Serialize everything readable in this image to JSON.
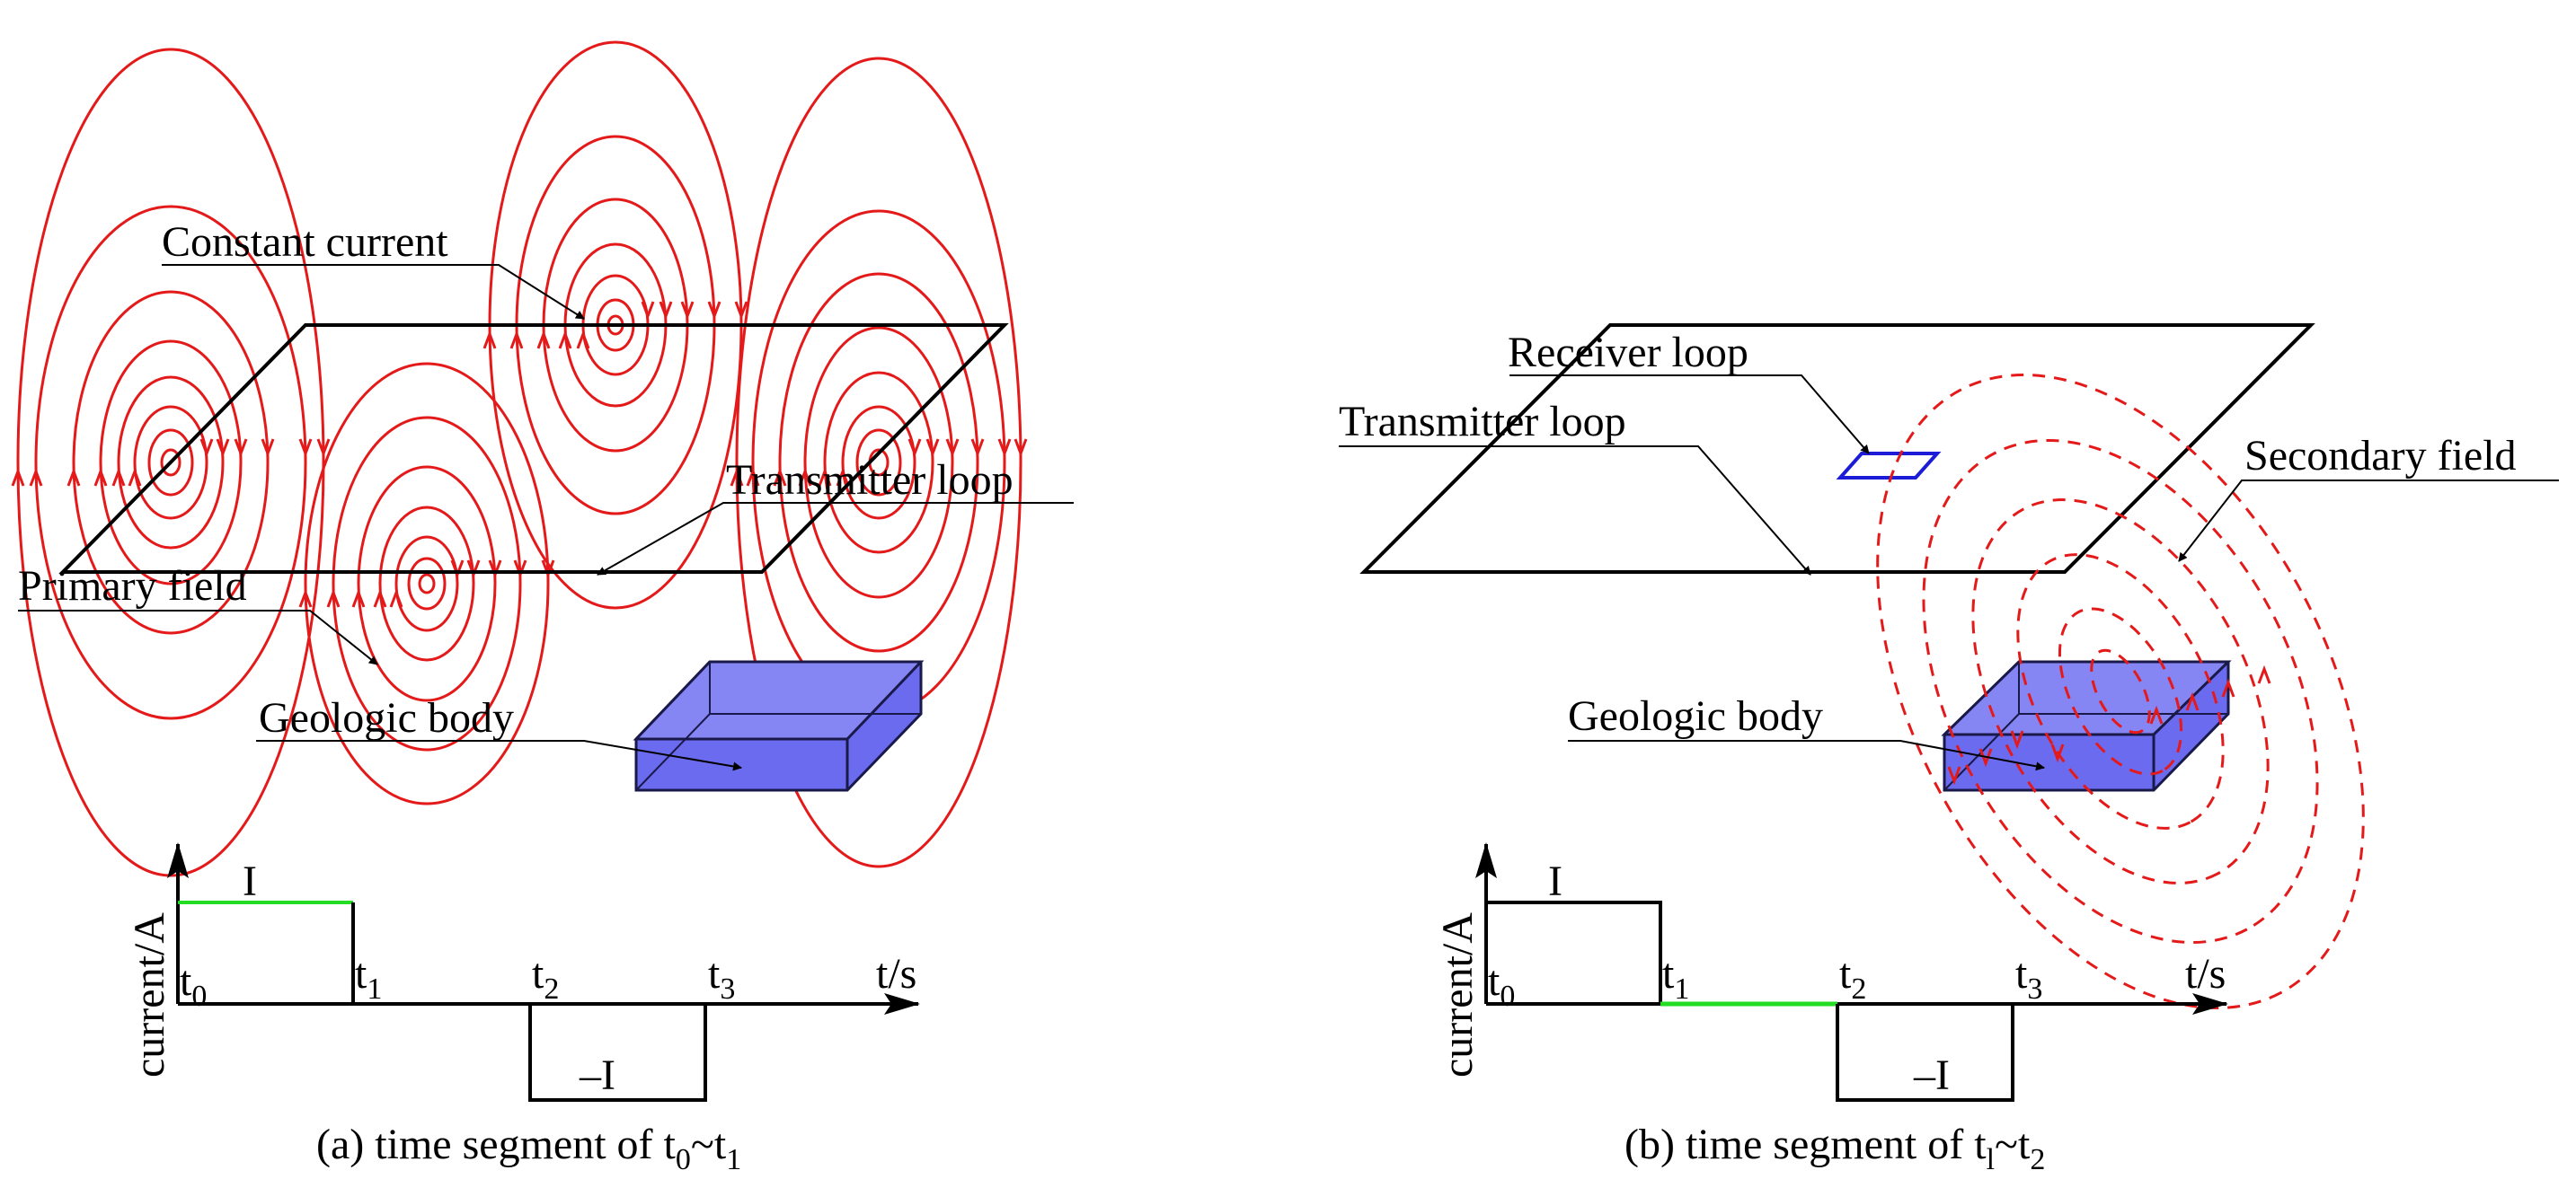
{
  "panel_a": {
    "labels": {
      "constant_current": "Constant current",
      "transmitter_loop": "Transmitter loop",
      "primary_field": "Primary field",
      "geologic_body": "Geologic body"
    },
    "caption": {
      "main": "(a) time segment of t",
      "sub0": "0",
      "tilde": "~t",
      "sub1": "1"
    },
    "waveform": {
      "ylabel": "current/A",
      "xlabel": "t/s",
      "pos_level": "I",
      "neg_level": "–I",
      "ticks": [
        {
          "t": "t",
          "s": "0"
        },
        {
          "t": "t",
          "s": "1"
        },
        {
          "t": "t",
          "s": "2"
        },
        {
          "t": "t",
          "s": "3"
        }
      ]
    }
  },
  "panel_b": {
    "labels": {
      "receiver_loop": "Receiver loop",
      "transmitter_loop": "Transmitter loop",
      "secondary_field": "Secondary field",
      "geologic_body": "Geologic body"
    },
    "caption": {
      "main": "(b) time segment of t",
      "sub0": "l",
      "tilde": "~t",
      "sub1": "2"
    },
    "waveform": {
      "ylabel": "current/A",
      "xlabel": "t/s",
      "pos_level": "I",
      "neg_level": "–I",
      "ticks": [
        {
          "t": "t",
          "s": "0"
        },
        {
          "t": "t",
          "s": "1"
        },
        {
          "t": "t",
          "s": "2"
        },
        {
          "t": "t",
          "s": "3"
        }
      ]
    }
  },
  "colors": {
    "field_line": "#e41a1a",
    "loop": "#000000",
    "body_fill": "#6b6bf0",
    "body_edge": "#1a1a4a",
    "receiver": "#1c1cd8",
    "active_segment": "#22dd22"
  }
}
